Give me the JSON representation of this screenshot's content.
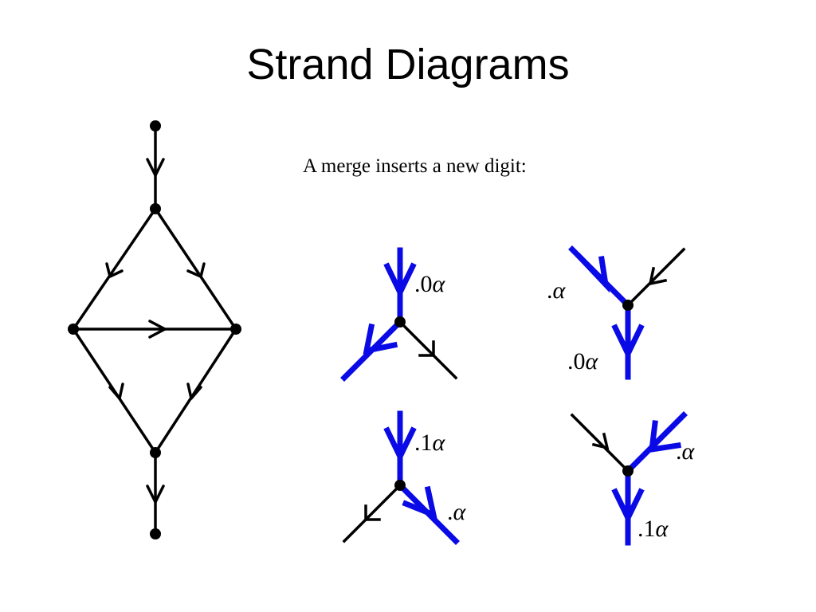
{
  "slide": {
    "title": "Strand Diagrams",
    "caption": "A merge inserts a new digit:"
  },
  "colors": {
    "strand": "#000000",
    "highlight": "#0a0ae6",
    "background": "#ffffff"
  },
  "labels": {
    "tl_out": {
      "digit": ".0",
      "greek": "α"
    },
    "tr_in": {
      "digit": ".",
      "greek": "α"
    },
    "tr_out": {
      "digit": ".0",
      "greek": "α"
    },
    "bl_in": {
      "digit": ".1",
      "greek": "α"
    },
    "bl_out": {
      "digit": ".",
      "greek": "α"
    },
    "br_in": {
      "digit": ".",
      "greek": "α"
    },
    "br_out": {
      "digit": ".1",
      "greek": "α"
    }
  }
}
